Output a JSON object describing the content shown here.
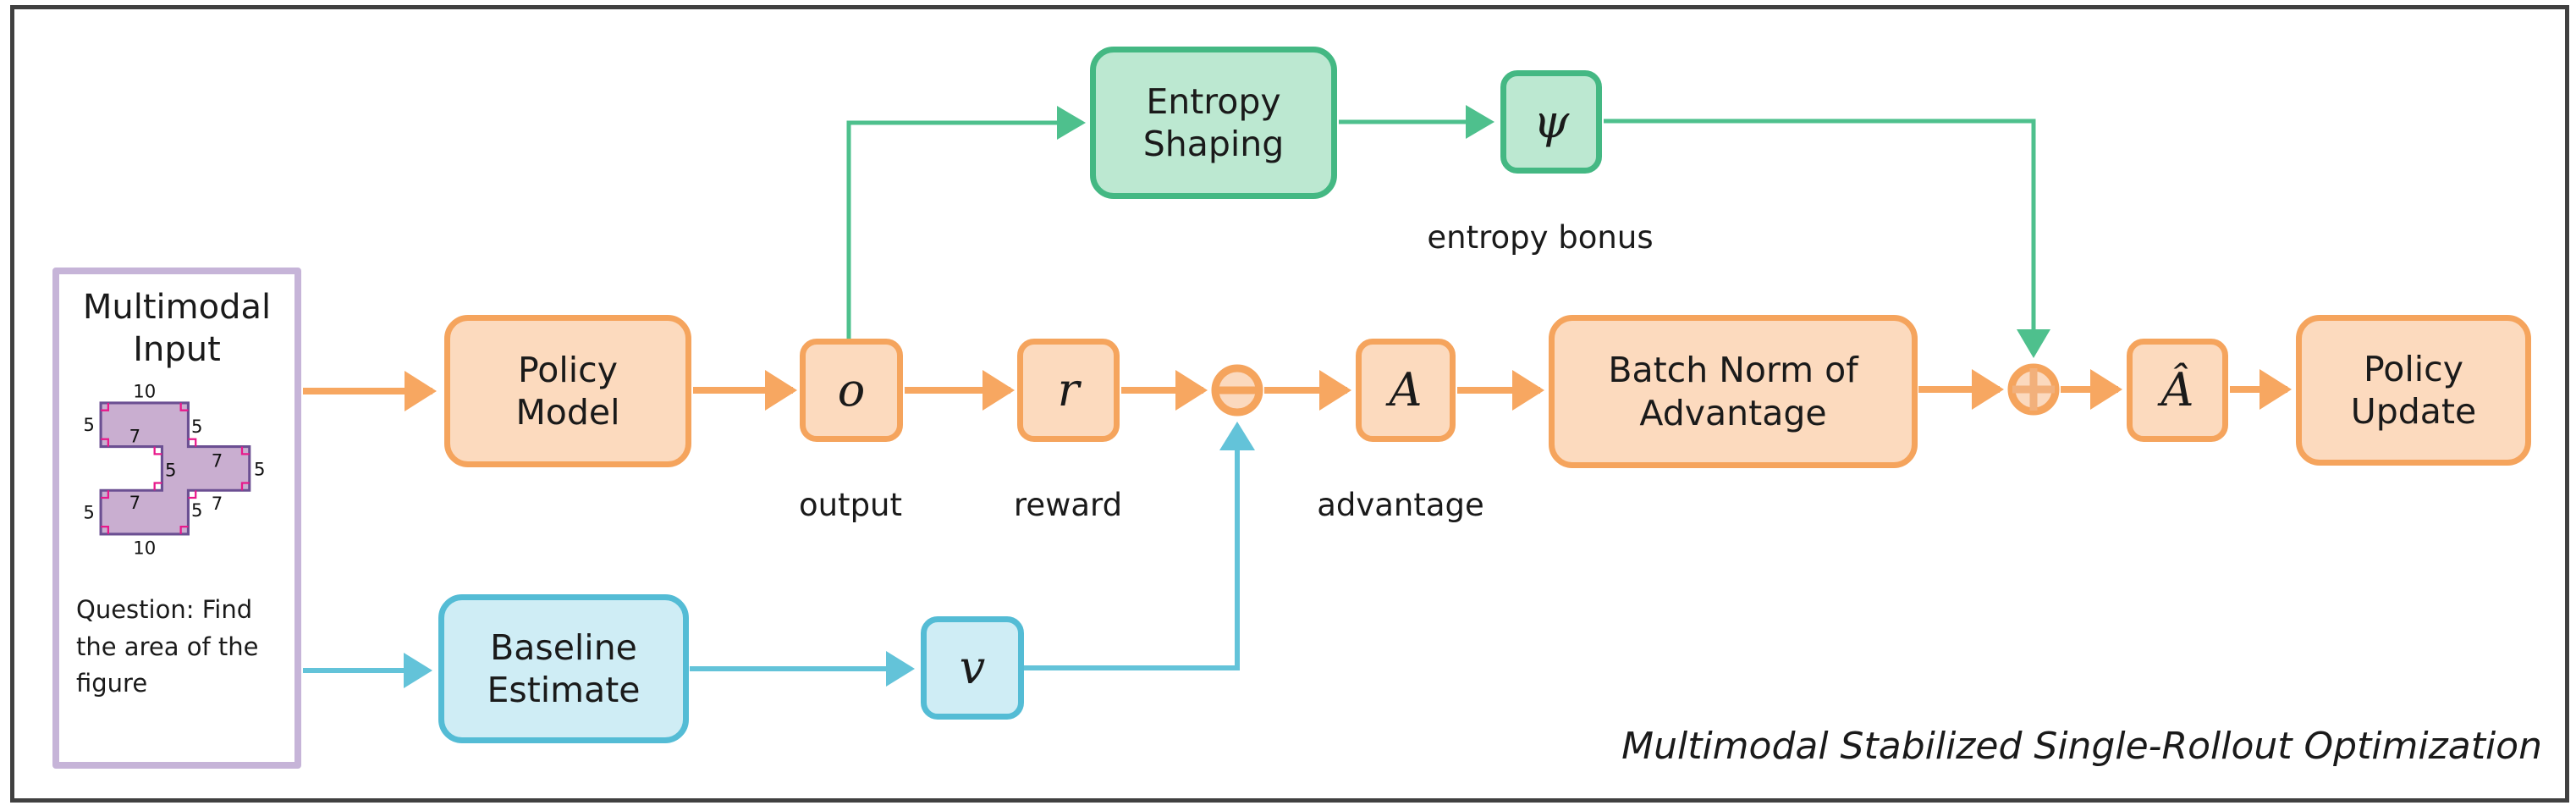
{
  "page": {
    "caption": "Multimodal Stabilized Single-Rollout Optimization",
    "colors": {
      "orange_border": "#F5A45D",
      "orange_fill": "#FCDABE",
      "orange_arrow": "#F7A761",
      "green_border": "#44B883",
      "green_fill": "#BCE8D1",
      "green_arrow": "#4EC08D",
      "blue_border": "#54BCD5",
      "blue_fill": "#CFEDF5",
      "blue_arrow": "#63C3D9",
      "panel_purple": "#C6B4D8",
      "figure_fill": "#C9AED0",
      "figure_stroke": "#6B4F92",
      "angle_mark_pink": "#E8198B",
      "text": "#1A1A1A",
      "page_border": "#404040"
    }
  },
  "input_box": {
    "title": [
      "Multimodal",
      "Input"
    ],
    "question": [
      "Question: Find",
      "the area of the",
      "figure"
    ],
    "figure_labels": [
      "10",
      "5",
      "7",
      "5",
      "7",
      "5",
      "5",
      "7",
      "5",
      "7",
      "5",
      "10"
    ]
  },
  "nodes": {
    "policy_model": [
      "Policy",
      "Model"
    ],
    "output_var": "o",
    "reward_var": "r",
    "advantage_var": "A",
    "batch_norm": [
      "Batch Norm of",
      "Advantage"
    ],
    "advantage_hat_var": "Â",
    "policy_update": [
      "Policy",
      "Update"
    ],
    "entropy_shaping": [
      "Entropy",
      "Shaping"
    ],
    "psi_var": "ψ",
    "baseline": [
      "Baseline",
      "Estimate"
    ],
    "value_var": "v"
  },
  "edge_labels": {
    "output": "output",
    "reward": "reward",
    "advantage": "advantage",
    "entropy_bonus": "entropy bonus"
  }
}
